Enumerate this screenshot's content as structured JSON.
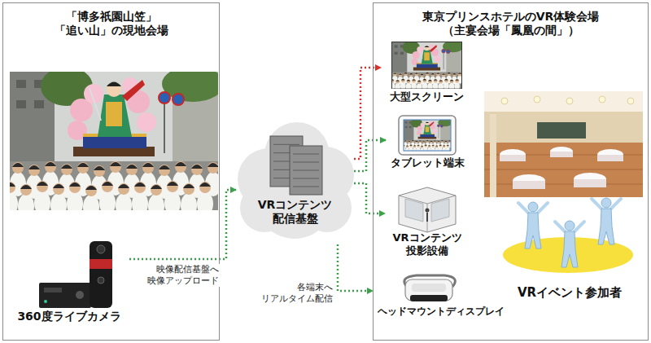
{
  "diagram": {
    "nodes": [
      {
        "text": [
          "「博多祇園山笠」 「追い山」の現地会場"
        ]
      },
      {
        "text": [
          "360度ライブカメラ"
        ],
        "in": 0
      },
      {
        "text": [
          "VRコンテンツ 配信基盤"
        ]
      },
      {
        "text": [
          "東京プリンスホテルのVR体験会場 （主宴会場「鳳凰の間」）"
        ]
      },
      {
        "text": [
          "大型スクリーン"
        ],
        "in": 3
      },
      {
        "text": [
          "タブレット端末"
        ],
        "in": 3
      },
      {
        "text": [
          "VRコンテンツ 投影設備"
        ],
        "in": 3
      },
      {
        "text": [
          "ヘッドマウントディスプレイ"
        ],
        "in": 3
      },
      {
        "text": [
          "VRイベント参加者"
        ],
        "in": 3
      }
    ],
    "edges": [
      {
        "from": 1,
        "to": 2,
        "arrow": "to",
        "label": "映像配信基盤へ 映像アップロード"
      },
      {
        "from": 2,
        "to": 4,
        "arrow": "to"
      },
      {
        "from": 2,
        "to": 5,
        "arrow": "to"
      },
      {
        "from": 2,
        "to": 6,
        "arrow": "to"
      },
      {
        "from": 2,
        "to": 7,
        "arrow": "to",
        "label": "各端末へ リアルタイム配信"
      }
    ]
  }
}
